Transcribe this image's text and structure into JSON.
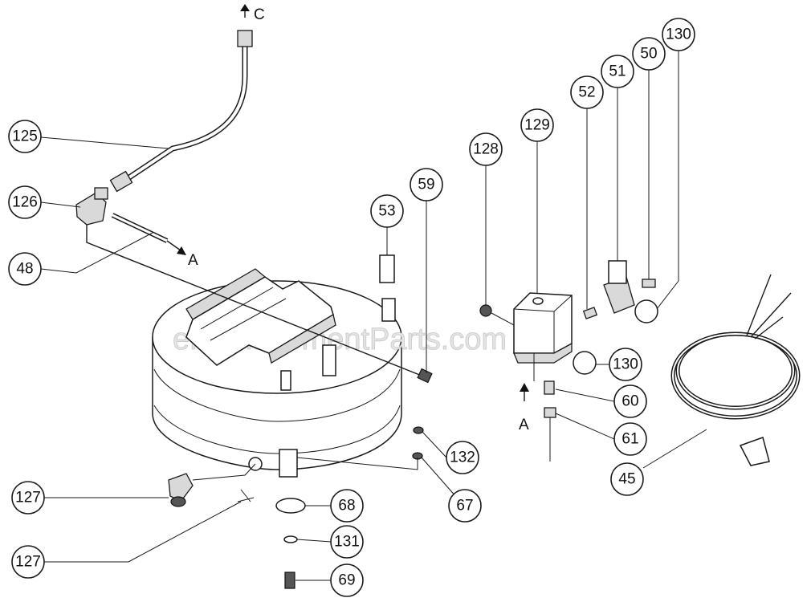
{
  "watermark": "eReplacementParts.com",
  "arrows": {
    "c": "C",
    "a1": "A",
    "a2": "A"
  },
  "callouts": {
    "p125": "125",
    "p126": "126",
    "p48": "48",
    "p53": "53",
    "p59": "59",
    "p128": "128",
    "p129": "129",
    "p52": "52",
    "p51": "51",
    "p50": "50",
    "p130a": "130",
    "p130b": "130",
    "p60": "60",
    "p61": "61",
    "p45": "45",
    "p132": "132",
    "p67": "67",
    "p68": "68",
    "p131": "131",
    "p69": "69",
    "p127a": "127",
    "p127b": "127"
  }
}
